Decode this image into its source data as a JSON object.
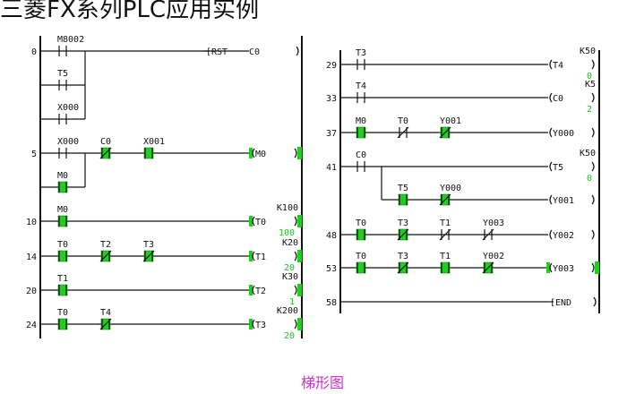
{
  "title": "三菱FX系列PLC应用实例",
  "caption": "梯形图",
  "colors": {
    "active": "#22cc22",
    "value": "#22c022",
    "caption": "#d42fd4",
    "wire": "#111111"
  },
  "left_panel": {
    "rungs": [
      {
        "step": "0",
        "contacts": [
          {
            "label": "M8002",
            "type": "NO",
            "active": false
          }
        ],
        "branches": [
          [
            {
              "label": "T5",
              "type": "NO",
              "active": false
            }
          ],
          [
            {
              "label": "X000",
              "type": "NO",
              "active": false
            }
          ]
        ],
        "output": {
          "type": "func",
          "text": "[RST",
          "arg": "C0"
        }
      },
      {
        "step": "5",
        "contacts": [
          {
            "label": "X000",
            "type": "NO",
            "active": false
          },
          {
            "label": "C0",
            "type": "NC",
            "active": true
          },
          {
            "label": "X001",
            "type": "NO",
            "active": true
          }
        ],
        "branches": [
          [
            {
              "label": "M0",
              "type": "NO",
              "active": true
            }
          ]
        ],
        "output": {
          "type": "coil",
          "name": "M0",
          "active": true
        }
      },
      {
        "step": "10",
        "contacts": [
          {
            "label": "M0",
            "type": "NO",
            "active": true
          }
        ],
        "output": {
          "type": "coil",
          "name": "T0",
          "preset": "K100",
          "current": "100",
          "active": true
        }
      },
      {
        "step": "14",
        "contacts": [
          {
            "label": "T0",
            "type": "NO",
            "active": true
          },
          {
            "label": "T2",
            "type": "NC",
            "active": true
          },
          {
            "label": "T3",
            "type": "NC",
            "active": true
          }
        ],
        "output": {
          "type": "coil",
          "name": "T1",
          "preset": "K20",
          "current": "20",
          "active": true
        }
      },
      {
        "step": "20",
        "contacts": [
          {
            "label": "T1",
            "type": "NO",
            "active": true
          }
        ],
        "output": {
          "type": "coil",
          "name": "T2",
          "preset": "K30",
          "current": "1",
          "active": true
        }
      },
      {
        "step": "24",
        "contacts": [
          {
            "label": "T0",
            "type": "NO",
            "active": true
          },
          {
            "label": "T4",
            "type": "NC",
            "active": true
          }
        ],
        "output": {
          "type": "coil",
          "name": "T3",
          "preset": "K200",
          "current": "20",
          "active": true
        }
      }
    ]
  },
  "right_panel": {
    "rungs": [
      {
        "step": "29",
        "contacts": [
          {
            "label": "T3",
            "type": "NO",
            "active": false
          }
        ],
        "output": {
          "type": "coil",
          "name": "T4",
          "preset": "K50",
          "current": "0",
          "active": false
        }
      },
      {
        "step": "33",
        "contacts": [
          {
            "label": "T4",
            "type": "NO",
            "active": false
          }
        ],
        "output": {
          "type": "coil",
          "name": "C0",
          "preset": "K5",
          "current": "2",
          "active": false
        }
      },
      {
        "step": "37",
        "contacts": [
          {
            "label": "M0",
            "type": "NO",
            "active": true
          },
          {
            "label": "T0",
            "type": "NC",
            "active": false
          },
          {
            "label": "Y001",
            "type": "NC",
            "active": true
          }
        ],
        "output": {
          "type": "coil",
          "name": "Y000",
          "active": false
        }
      },
      {
        "step": "41",
        "contacts": [
          {
            "label": "C0",
            "type": "NO",
            "active": false
          }
        ],
        "output": {
          "type": "coil",
          "name": "T5",
          "preset": "K50",
          "current": "0",
          "active": false
        },
        "sub": {
          "contacts": [
            {
              "label": "T5",
              "type": "NO",
              "active": true
            },
            {
              "label": "Y000",
              "type": "NC",
              "active": true
            }
          ],
          "output": {
            "type": "coil",
            "name": "Y001",
            "active": false
          }
        }
      },
      {
        "step": "48",
        "contacts": [
          {
            "label": "T0",
            "type": "NO",
            "active": true
          },
          {
            "label": "T3",
            "type": "NC",
            "active": true
          },
          {
            "label": "T1",
            "type": "NC",
            "active": false
          },
          {
            "label": "Y003",
            "type": "NC",
            "active": false
          }
        ],
        "output": {
          "type": "coil",
          "name": "Y002",
          "active": false
        }
      },
      {
        "step": "53",
        "contacts": [
          {
            "label": "T0",
            "type": "NO",
            "active": true
          },
          {
            "label": "T3",
            "type": "NC",
            "active": true
          },
          {
            "label": "T1",
            "type": "NO",
            "active": true
          },
          {
            "label": "Y002",
            "type": "NC",
            "active": true
          }
        ],
        "output": {
          "type": "coil",
          "name": "Y003",
          "active": true
        }
      },
      {
        "step": "58",
        "contacts": [],
        "output": {
          "type": "func",
          "text": "[END",
          "arg": ""
        }
      }
    ]
  }
}
